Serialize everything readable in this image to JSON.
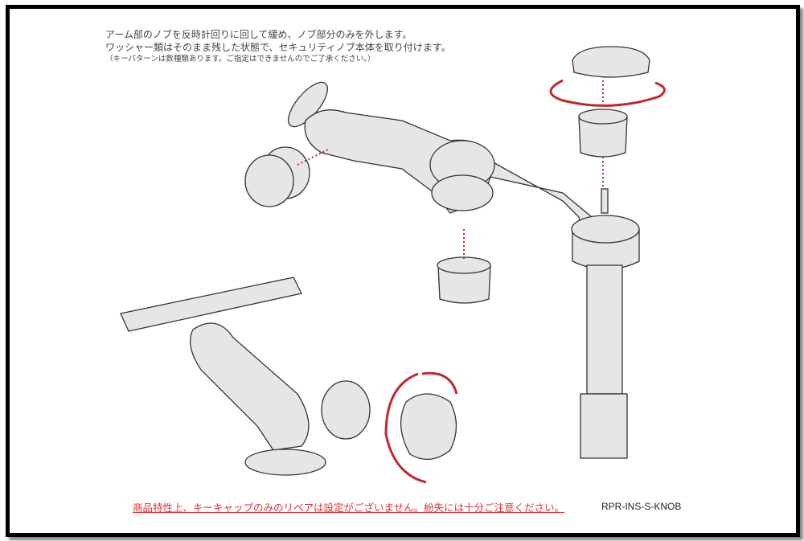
{
  "instructions": {
    "line1": "アーム部のノブを反時計回りに回して緩め、ノブ部分のみを外します。",
    "line2": "ワッシャー類はそのまま残した状態で、セキュリティノブ本体を取り付けます。",
    "note": "（キーパターンは数種類あります。ご指定はできませんのでご了承ください。）"
  },
  "warning": "商品特性上、キーキャップのみのリペアは設定がございません。紛失には十分ご注意ください。",
  "product_code": "RPR-INS-S-KNOB",
  "colors": {
    "accent": "#c0282d",
    "frame": "#000000",
    "part_fill": "#e6e6e6"
  }
}
